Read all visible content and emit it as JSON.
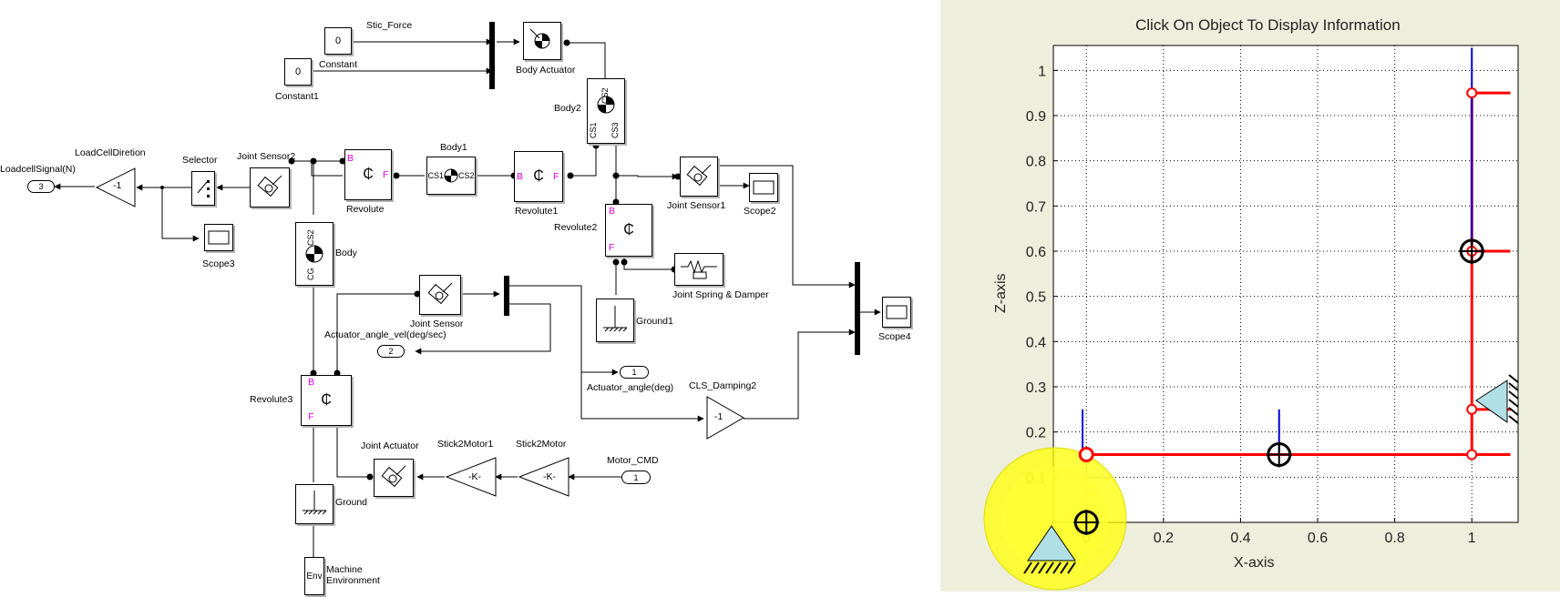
{
  "diagram": {
    "blocks": {
      "stic_force": {
        "label": "Stic_Force",
        "value": "0"
      },
      "constant": {
        "label": "Constant",
        "value": "0"
      },
      "constant1": {
        "label": "Constant1",
        "value": "0"
      },
      "body_actuator": {
        "label": "Body Actuator"
      },
      "body2": {
        "label": "Body2",
        "ports": [
          "CS2",
          "CS1",
          "CS3"
        ]
      },
      "body1": {
        "label": "Body1",
        "ports": [
          "CS1",
          "CS2"
        ]
      },
      "revolute": {
        "label": "Revolute"
      },
      "revolute1": {
        "label": "Revolute1"
      },
      "revolute2": {
        "label": "Revolute2"
      },
      "revolute3": {
        "label": "Revolute3"
      },
      "joint_sensor1": {
        "label": "Joint Sensor1"
      },
      "joint_sensor2": {
        "label": "Joint Sensor2"
      },
      "joint_sensor": {
        "label": "Joint Sensor"
      },
      "scope2": {
        "label": "Scope2"
      },
      "scope3": {
        "label": "Scope3"
      },
      "scope4": {
        "label": "Scope4"
      },
      "joint_spring_damper": {
        "label": "Joint Spring & Damper"
      },
      "ground1": {
        "label": "Ground1"
      },
      "ground": {
        "label": "Ground"
      },
      "body": {
        "label": "Body",
        "ports": [
          "CS2",
          "CG"
        ]
      },
      "selector": {
        "label": "Selector"
      },
      "load_cell_direction": {
        "label": "LoadCellDiretion",
        "gain": "-1"
      },
      "load_cell_signal": {
        "label": "LoadcellSignal(N)",
        "port": "3"
      },
      "actuator_angle_vel": {
        "label": "Actuator_angle_vel(deg/sec)",
        "port": "2"
      },
      "actuator_angle": {
        "label": "Actuator_angle(deg)",
        "port": "1"
      },
      "cls_damping2": {
        "label": "CLS_Damping2",
        "gain": "-1"
      },
      "joint_actuator": {
        "label": "Joint Actuator"
      },
      "stick2motor1": {
        "label": "Stick2Motor1",
        "gain": "-K-"
      },
      "stick2motor": {
        "label": "Stick2Motor",
        "gain": "-K-"
      },
      "motor_cmd": {
        "label": "Motor_CMD",
        "port": "1"
      },
      "machine_env": {
        "label_line1": "Machine",
        "label_line2": "Environment",
        "text": "Env"
      }
    },
    "port_letters": {
      "b": "B",
      "f": "F"
    }
  },
  "plot": {
    "title": "Click On Object To Display Information",
    "colors": {
      "background": "#eeeedd",
      "plot_area": "#ffffff",
      "red": "#ff0000",
      "blue": "#0000dd",
      "highlight": "#ffff00",
      "cyan": "#b0e0e6"
    }
  },
  "chart_data": {
    "type": "scatter",
    "title": "Click On Object To Display Information",
    "xlabel": "X-axis",
    "ylabel": "Z-axis",
    "xlim": [
      -0.08,
      1.1
    ],
    "ylim": [
      0.0,
      1.05
    ],
    "xticks": [
      "0",
      "0.2",
      "0.4",
      "0.6",
      "0.8",
      "1"
    ],
    "yticks": [
      "0.1",
      "0.2",
      "0.3",
      "0.4",
      "0.5",
      "0.6",
      "0.7",
      "0.8",
      "0.9",
      "1"
    ],
    "grid": true,
    "series": [
      {
        "color": "#ff0000",
        "points": [
          [
            0.0,
            0.15
          ],
          [
            1.1,
            0.15
          ]
        ]
      },
      {
        "color": "#ff0000",
        "points": [
          [
            1.0,
            0.15
          ],
          [
            1.0,
            0.95
          ],
          [
            1.1,
            0.95
          ]
        ]
      },
      {
        "color": "#ff0000",
        "points": [
          [
            1.0,
            0.6
          ],
          [
            1.1,
            0.6
          ]
        ]
      },
      {
        "color": "#ff0000",
        "points": [
          [
            1.0,
            0.25
          ],
          [
            1.1,
            0.25
          ]
        ]
      },
      {
        "color": "#0000dd",
        "points": [
          [
            0.5,
            0.25
          ],
          [
            0.5,
            0.15
          ]
        ]
      },
      {
        "color": "#0000dd",
        "points": [
          [
            1.0,
            1.05
          ],
          [
            1.0,
            0.6
          ]
        ]
      },
      {
        "color": "#0000dd",
        "points": [
          [
            -0.01,
            0.25
          ],
          [
            -0.01,
            0.15
          ]
        ]
      }
    ],
    "markers": [
      {
        "name": "body-marker",
        "x": 0.5,
        "y": 0.15
      },
      {
        "name": "body-marker",
        "x": 1.0,
        "y": 0.6
      },
      {
        "name": "body-marker",
        "x": 0.0,
        "y": 0.0
      }
    ]
  }
}
